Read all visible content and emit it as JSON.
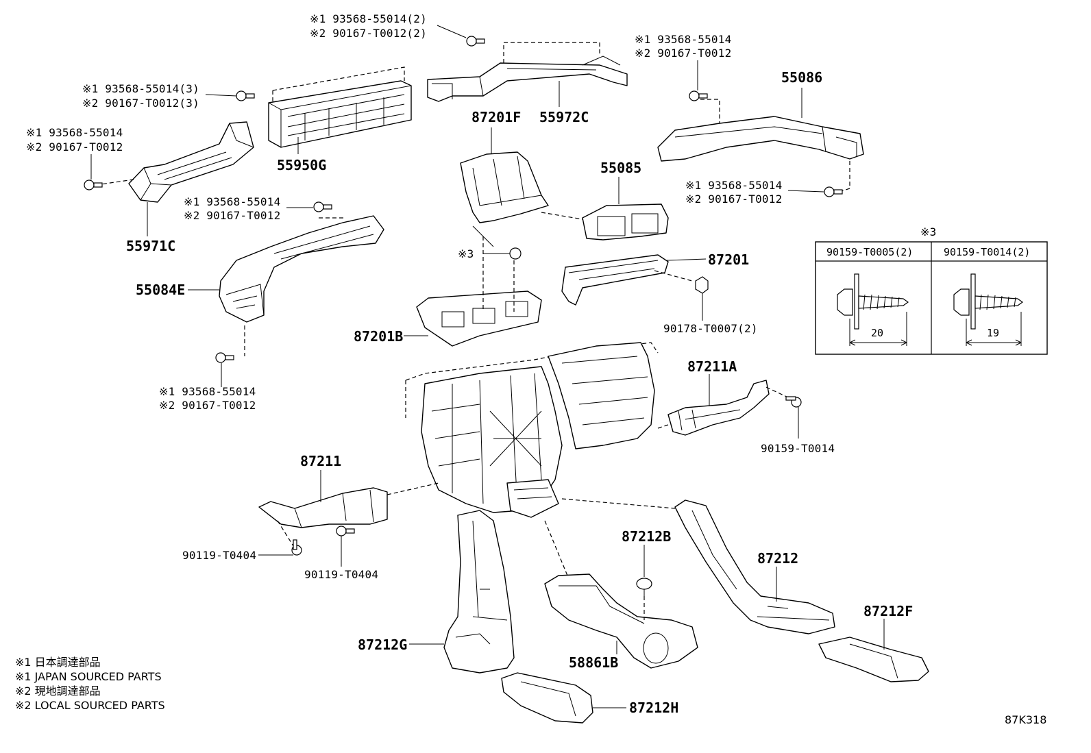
{
  "diagram_id": "87K318",
  "parts": {
    "p55950G": "55950G",
    "p55972C": "55972C",
    "p55971C": "55971C",
    "p87201F": "87201F",
    "p55085": "55085",
    "p55086": "55086",
    "p55084E": "55084E",
    "p87201": "87201",
    "p87201B": "87201B",
    "p87211A": "87211A",
    "p87211": "87211",
    "p87212B": "87212B",
    "p87212": "87212",
    "p87212F": "87212F",
    "p87212G": "87212G",
    "p58861B": "58861B",
    "p87212H": "87212H"
  },
  "fasteners": {
    "top_center": [
      "※1 93568-55014(2)",
      "※2 90167-T0012(2)"
    ],
    "upper_left_3": [
      "※1 93568-55014(3)",
      "※2 90167-T0012(3)"
    ],
    "left_duct": [
      "※1 93568-55014",
      "※2 90167-T0012"
    ],
    "duct_55084E_top": [
      "※1 93568-55014",
      "※2 90167-T0012"
    ],
    "duct_55084E_bottom": [
      "※1 93568-55014",
      "※2 90167-T0012"
    ],
    "right_top": [
      "※1 93568-55014",
      "※2 90167-T0012"
    ],
    "right_bottom": [
      "※1 93568-55014",
      "※2 90167-T0012"
    ],
    "ref3": "※3",
    "nut_90178": "90178-T0007(2)",
    "screw_90159": "90159-T0014",
    "bolt_90119_a": "90119-T0404",
    "bolt_90119_b": "90119-T0404"
  },
  "ref_table": {
    "title": "※3",
    "columns": [
      {
        "header": "90159-T0005(2)",
        "dimension": "20"
      },
      {
        "header": "90159-T0014(2)",
        "dimension": "19"
      }
    ]
  },
  "legend": [
    "※1 日本調達部品",
    "※1 JAPAN SOURCED PARTS",
    "※2 現地調達部品",
    "※2 LOCAL SOURCED PARTS"
  ]
}
